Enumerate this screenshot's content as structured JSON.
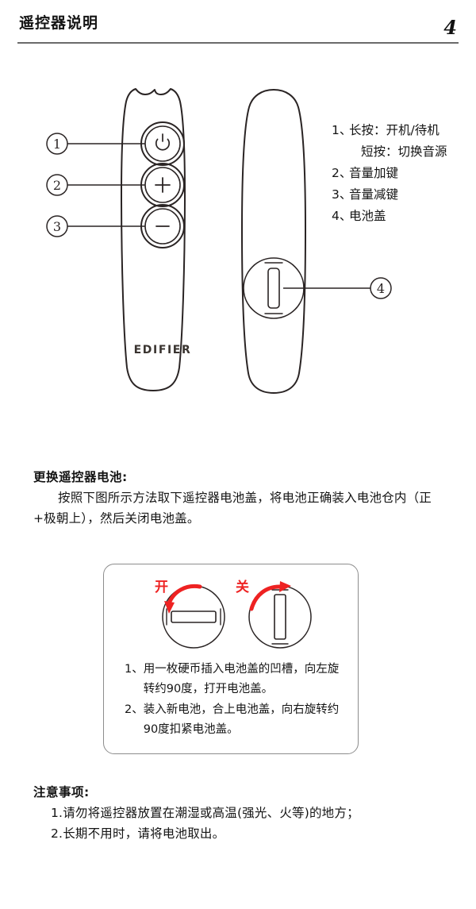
{
  "header": {
    "title": "遥控器说明",
    "page_number": "4"
  },
  "diagram": {
    "brand_logo": "EDIFIER",
    "callouts": [
      {
        "marker": "1",
        "target": "power-button"
      },
      {
        "marker": "2",
        "target": "volume-up-button"
      },
      {
        "marker": "3",
        "target": "volume-down-button"
      },
      {
        "marker": "4",
        "target": "battery-cover"
      }
    ],
    "legend": [
      {
        "num": "1、",
        "lines": [
          "长按：开机/待机",
          "短按：切换音源"
        ]
      },
      {
        "num": "2、",
        "lines": [
          "音量加键"
        ]
      },
      {
        "num": "3、",
        "lines": [
          "音量减键"
        ]
      },
      {
        "num": "4、",
        "lines": [
          "电池盖"
        ]
      }
    ],
    "buttons": [
      {
        "name": "power",
        "glyph": "power-icon"
      },
      {
        "name": "volume-up",
        "glyph": "plus-icon"
      },
      {
        "name": "volume-down",
        "glyph": "minus-icon"
      }
    ]
  },
  "battery_section": {
    "heading": "更换遥控器电池:",
    "paragraph": "按照下图所示方法取下遥控器电池盖，将电池正确装入电池仓内（正+极朝上），然后关闭电池盖。"
  },
  "instruction_box": {
    "open_label": "开",
    "close_label": "关",
    "arrow_color": "#ee2222",
    "items": [
      {
        "num": "1、",
        "text": "用一枚硬币插入电池盖的凹槽，向左旋转约90度，打开电池盖。"
      },
      {
        "num": "2、",
        "text": "装入新电池，合上电池盖，向右旋转约90度扣紧电池盖。"
      }
    ]
  },
  "notes_section": {
    "heading": "注意事项:",
    "items": [
      "1.请勿将遥控器放置在潮湿或高温(强光、火等)的地方；",
      "2.长期不用时，请将电池取出。"
    ]
  },
  "colors": {
    "ink": "#1b1b1b",
    "rule": "#6b6b6b",
    "accent_red": "#ee2222",
    "outline": "#2a2424"
  }
}
